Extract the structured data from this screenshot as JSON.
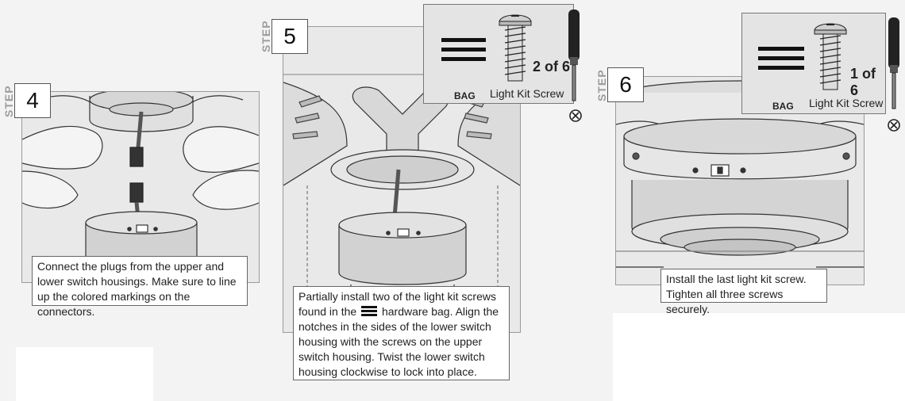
{
  "steps": [
    {
      "step_label": "STEP",
      "number": "4",
      "caption": "Connect the plugs from the upper and lower switch housings. Make sure to line up the colored markings on the connectors."
    },
    {
      "step_label": "STEP",
      "number": "5",
      "caption_before": "Partially install two of the light kit screws found in the",
      "caption_after": "hardware bag. Align the notches in the sides of the lower switch housing with the screws on the upper switch housing. Twist the lower switch housing clockwise to lock into place.",
      "hardware": {
        "bag_label": "BAG",
        "part_name": "Light Kit Screw",
        "count": "2 of 6"
      }
    },
    {
      "step_label": "STEP",
      "number": "6",
      "caption": "Install the last light kit screw. Tighten all three screws securely.",
      "hardware": {
        "bag_label": "BAG",
        "part_name": "Light Kit Screw",
        "count": "1 of 6"
      }
    }
  ],
  "icons": {
    "bag": "three-bar-bag-icon",
    "screw": "screw-icon",
    "screwdriver": "screwdriver-icon",
    "not_power_tool": "circle-x-icon"
  }
}
